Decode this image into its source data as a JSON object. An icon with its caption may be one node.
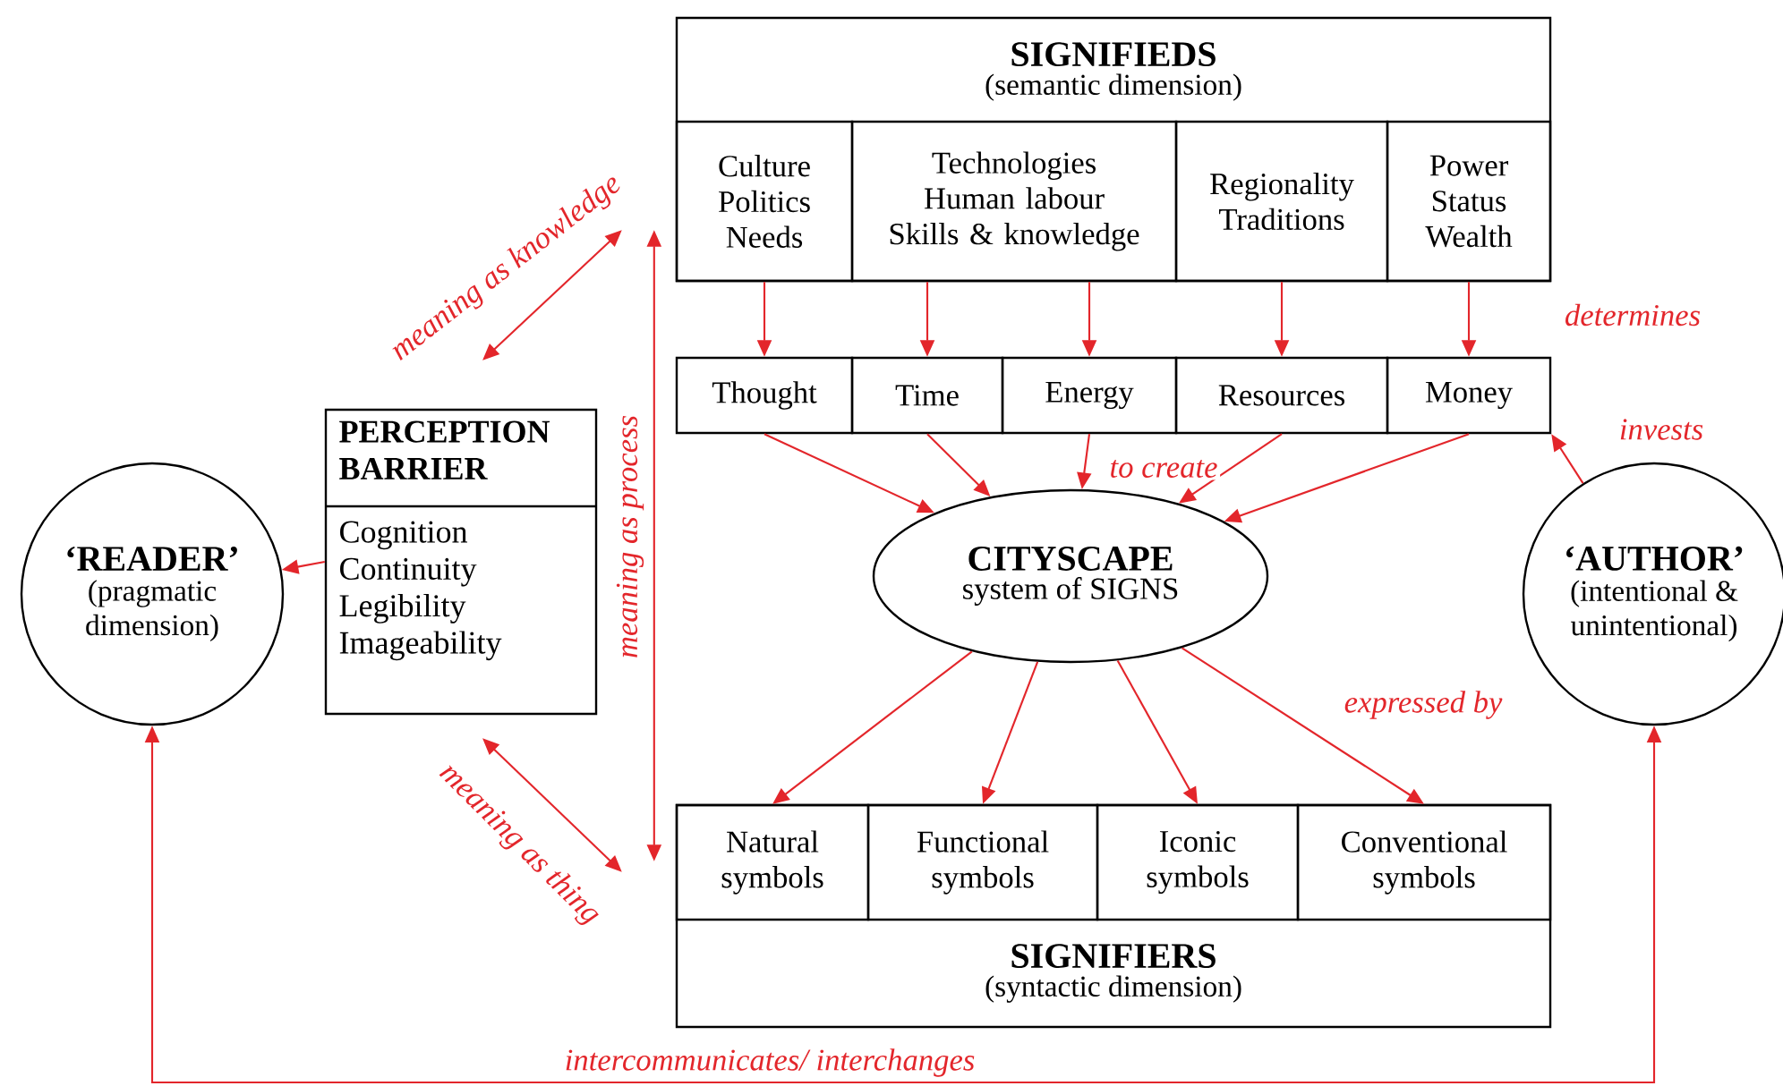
{
  "diagram": {
    "nodes": [
      {
        "text": [
          "SIGNIFIEDS",
          "(semantic dimension)"
        ]
      },
      {
        "text": [
          "Culture Politics Needs"
        ],
        "in": 0
      },
      {
        "text": [
          "Technologies Human labour Skills & knowledge"
        ],
        "in": 0
      },
      {
        "text": [
          "Regionality Traditions"
        ],
        "in": 0
      },
      {
        "text": [
          "Power Status Wealth"
        ],
        "in": 0
      },
      {
        "text": [
          "Thought"
        ]
      },
      {
        "text": [
          "Time"
        ]
      },
      {
        "text": [
          "Energy"
        ]
      },
      {
        "text": [
          "Resources"
        ]
      },
      {
        "text": [
          "Money"
        ]
      },
      {
        "text": [
          "CITYSCAPE",
          "system of SIGNS"
        ]
      },
      {
        "text": [
          "SIGNIFIERS",
          "(syntactic dimension)"
        ]
      },
      {
        "text": [
          "Natural symbols"
        ],
        "in": 11
      },
      {
        "text": [
          "Functional symbols"
        ],
        "in": 11
      },
      {
        "text": [
          "Iconic symbols"
        ],
        "in": 11
      },
      {
        "text": [
          "Conventional symbols"
        ],
        "in": 11
      },
      {
        "text": [
          "PERCEPTION BARRIER",
          "Cognition Continuity Legibility Imageability"
        ]
      },
      {
        "text": [
          "‘READER’",
          "(pragmatic dimension)"
        ]
      },
      {
        "text": [
          "‘AUTHOR’",
          "(intentional & unintentional)"
        ]
      }
    ],
    "edges": [
      {
        "from": 1,
        "to": 5,
        "arrow": "to"
      },
      {
        "from": 2,
        "to": 6,
        "arrow": "to"
      },
      {
        "from": 2,
        "to": 7,
        "arrow": "to"
      },
      {
        "from": 3,
        "to": 8,
        "arrow": "to"
      },
      {
        "from": 4,
        "to": 9,
        "arrow": "to",
        "label": "determines"
      },
      {
        "from": 5,
        "to": 10,
        "arrow": "to"
      },
      {
        "from": 6,
        "to": 10,
        "arrow": "to"
      },
      {
        "from": 7,
        "to": 10,
        "arrow": "to",
        "label": "to create"
      },
      {
        "from": 8,
        "to": 10,
        "arrow": "to"
      },
      {
        "from": 9,
        "to": 10,
        "arrow": "to"
      },
      {
        "from": 10,
        "to": 12,
        "arrow": "to"
      },
      {
        "from": 10,
        "to": 13,
        "arrow": "to"
      },
      {
        "from": 10,
        "to": 14,
        "arrow": "to"
      },
      {
        "from": 10,
        "to": 15,
        "arrow": "to",
        "label": "expressed by"
      },
      {
        "from": 18,
        "to": 9,
        "arrow": "to",
        "label": "invests"
      },
      {
        "from": 16,
        "to": 17,
        "arrow": "to"
      },
      {
        "from": 16,
        "to": 0,
        "arrow": "both",
        "label": "meaning as knowledge"
      },
      {
        "from": 0,
        "to": 11,
        "arrow": "both",
        "label": "meaning as process"
      },
      {
        "from": 16,
        "to": 11,
        "arrow": "both",
        "label": "meaning as thing"
      },
      {
        "from": 17,
        "to": 18,
        "arrow": "both",
        "label": "intercommunicates/ interchanges"
      }
    ]
  }
}
